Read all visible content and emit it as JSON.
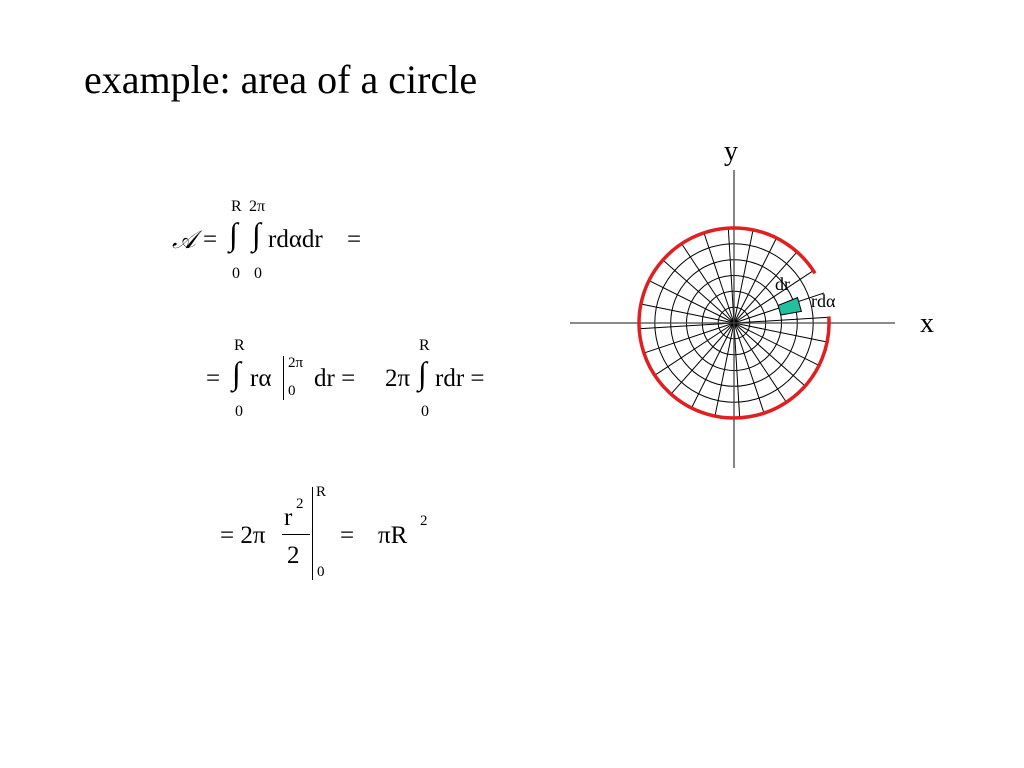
{
  "title": "example: area of a circle",
  "equation1": {
    "lhs": "𝒜",
    "eq": "=",
    "upper_outer": "R",
    "upper_inner": "2π",
    "lower_outer": "0",
    "lower_inner": "0",
    "integrand": "rdαdr",
    "tail": "="
  },
  "equation2": {
    "eq": "=",
    "upper": "R",
    "lower": "0",
    "integrand": "rα",
    "eval_upper": "2π",
    "eval_lower": "0",
    "mid": "dr =",
    "factor": "2π",
    "upper2": "R",
    "lower2": "0",
    "integrand2": "rdr =",
    "integral_symbol": "∫"
  },
  "equation3": {
    "eq": "= 2π",
    "numerator": "r",
    "exponent": "2",
    "denominator": "2",
    "eval_upper": "R",
    "eval_lower": "0",
    "eq2": "=",
    "result": "πR",
    "result_exp": "2"
  },
  "figure": {
    "x_label": "x",
    "y_label": "y",
    "dr_label": "dr",
    "rda_label": "rdα",
    "circle_color": "#e02020",
    "element_color": "#20c0a0",
    "radial_lines": 24,
    "rings": 5
  }
}
